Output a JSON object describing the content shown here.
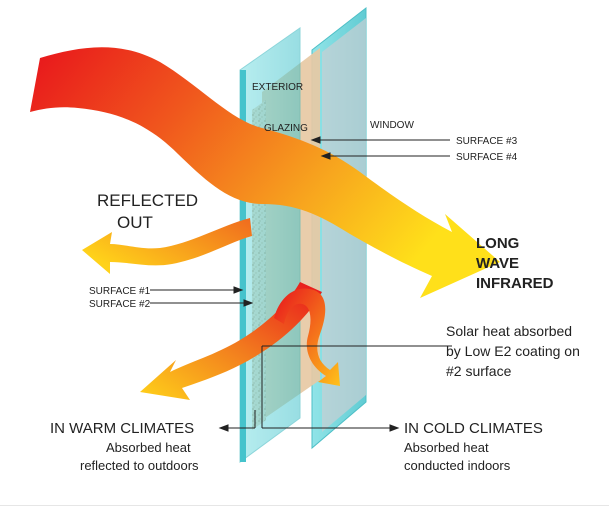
{
  "labels": {
    "exterior": "EXTERIOR",
    "glazing": "GLAZING",
    "window": "WINDOW",
    "surface3": "SURFACE #3",
    "surface4": "SURFACE #4",
    "surface1": "SURFACE #1",
    "surface2": "SURFACE #2",
    "reflected_line1": "REFLECTED",
    "reflected_line2": "OUT",
    "long_wave_line1": "LONG",
    "long_wave_line2": "WAVE",
    "long_wave_line3": "INFRARED",
    "solar_line1": "Solar heat absorbed",
    "solar_line2": "by Low E2 coating on",
    "solar_line3": "#2 surface",
    "warm_title": "IN WARM CLIMATES",
    "warm_line1": "Absorbed heat",
    "warm_line2": "reflected to outdoors",
    "cold_title": "IN COLD CLIMATES",
    "cold_line1": "Absorbed heat",
    "cold_line2": "conducted indoors"
  },
  "colors": {
    "glass": "#5fd0d6",
    "glass_edge": "#2fb4bd",
    "glazing_panel": "#e7c9a4",
    "rear_panel": "#c9cfd3",
    "heat_red": "#e8141c",
    "heat_orange": "#f7921e",
    "heat_yellow": "#ffd21a"
  }
}
